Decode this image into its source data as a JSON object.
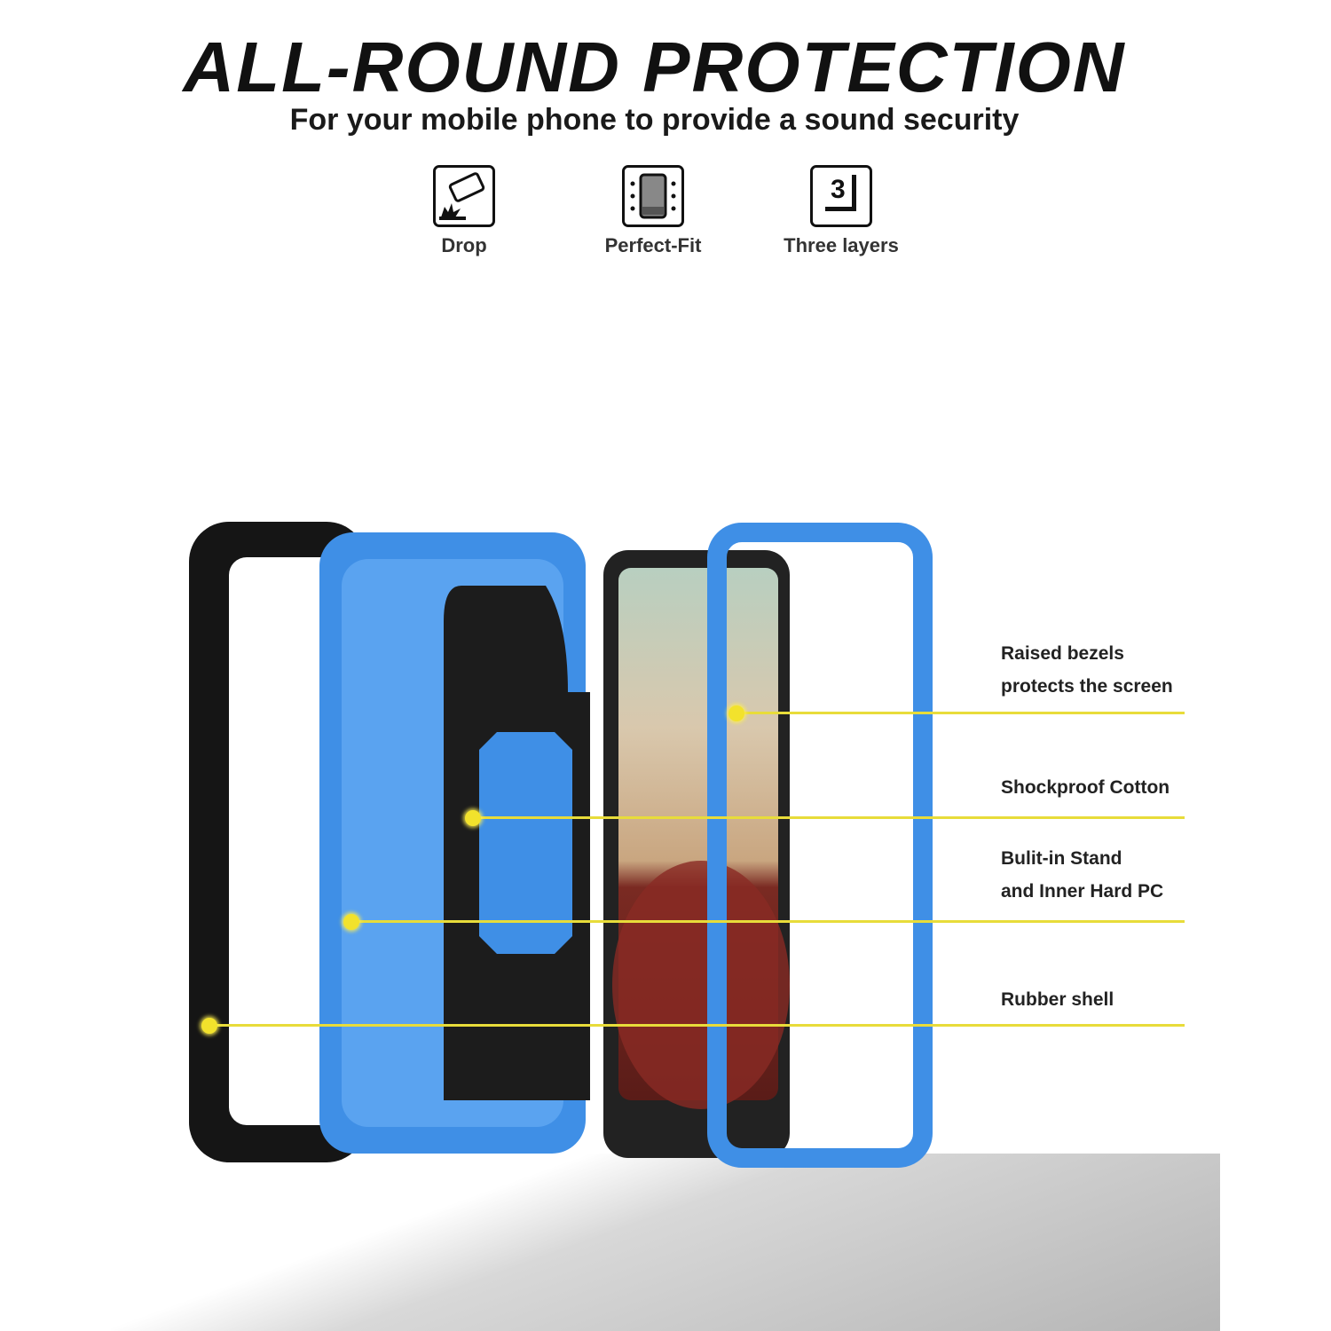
{
  "header": {
    "title": "ALL-ROUND PROTECTION",
    "subtitle": "For your mobile phone to provide a sound security"
  },
  "features": [
    {
      "icon": "drop-icon",
      "label": "Drop"
    },
    {
      "icon": "perfect-fit-icon",
      "label": "Perfect-Fit"
    },
    {
      "icon": "three-layers-icon",
      "label": "Three layers",
      "glyph": "3"
    }
  ],
  "callouts": [
    {
      "line1": "Raised bezels",
      "line2": "protects the screen"
    },
    {
      "line1": "Shockproof Cotton"
    },
    {
      "line1": "Bulit-in Stand",
      "line2": "and Inner Hard PC"
    },
    {
      "line1": "Rubber shell"
    }
  ],
  "colors": {
    "accent_blue": "#3f8fe6",
    "callout_yellow": "#e8dc3a",
    "rubber_black": "#151515"
  }
}
